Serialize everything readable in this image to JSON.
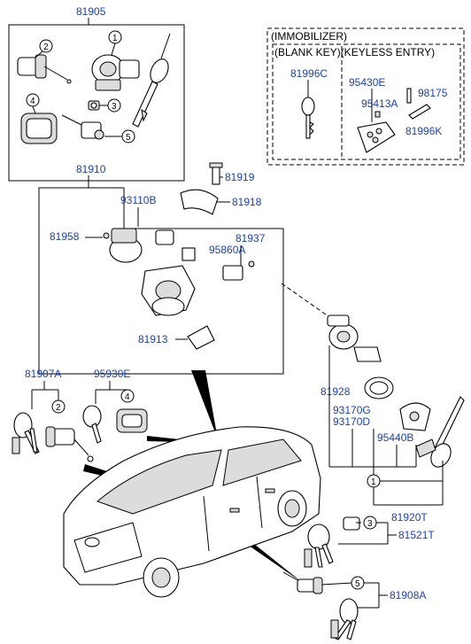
{
  "labels": {
    "l81905": "81905",
    "l81910": "81910",
    "l81919": "81919",
    "l81918": "81918",
    "l93110B": "93110B",
    "l81958": "81958",
    "l81937": "81937",
    "l95860A": "95860A",
    "l81913": "81913",
    "l81907A": "81907A",
    "l95930E": "95930E",
    "l81928": "81928",
    "l93170G": "93170G",
    "l93170D": "93170D",
    "l95440B": "95440B",
    "l81920T": "81920T",
    "l81521T": "81521T",
    "l81908A": "81908A",
    "l81996C": "81996C",
    "l95430E": "95430E",
    "l95413A": "95413A",
    "l98175": "98175",
    "l81996K": "81996K"
  },
  "immobilizer": {
    "title": "(IMMOBILIZER)",
    "subtitle": "(BLANK KEY)(KEYLESS ENTRY)"
  },
  "callouts": {
    "c1a": "1",
    "c2a": "2",
    "c3a": "3",
    "c4a": "4",
    "c5a": "5",
    "c2b": "2",
    "c4b": "4",
    "c1c": "1",
    "c3c": "3",
    "c5c": "5"
  }
}
